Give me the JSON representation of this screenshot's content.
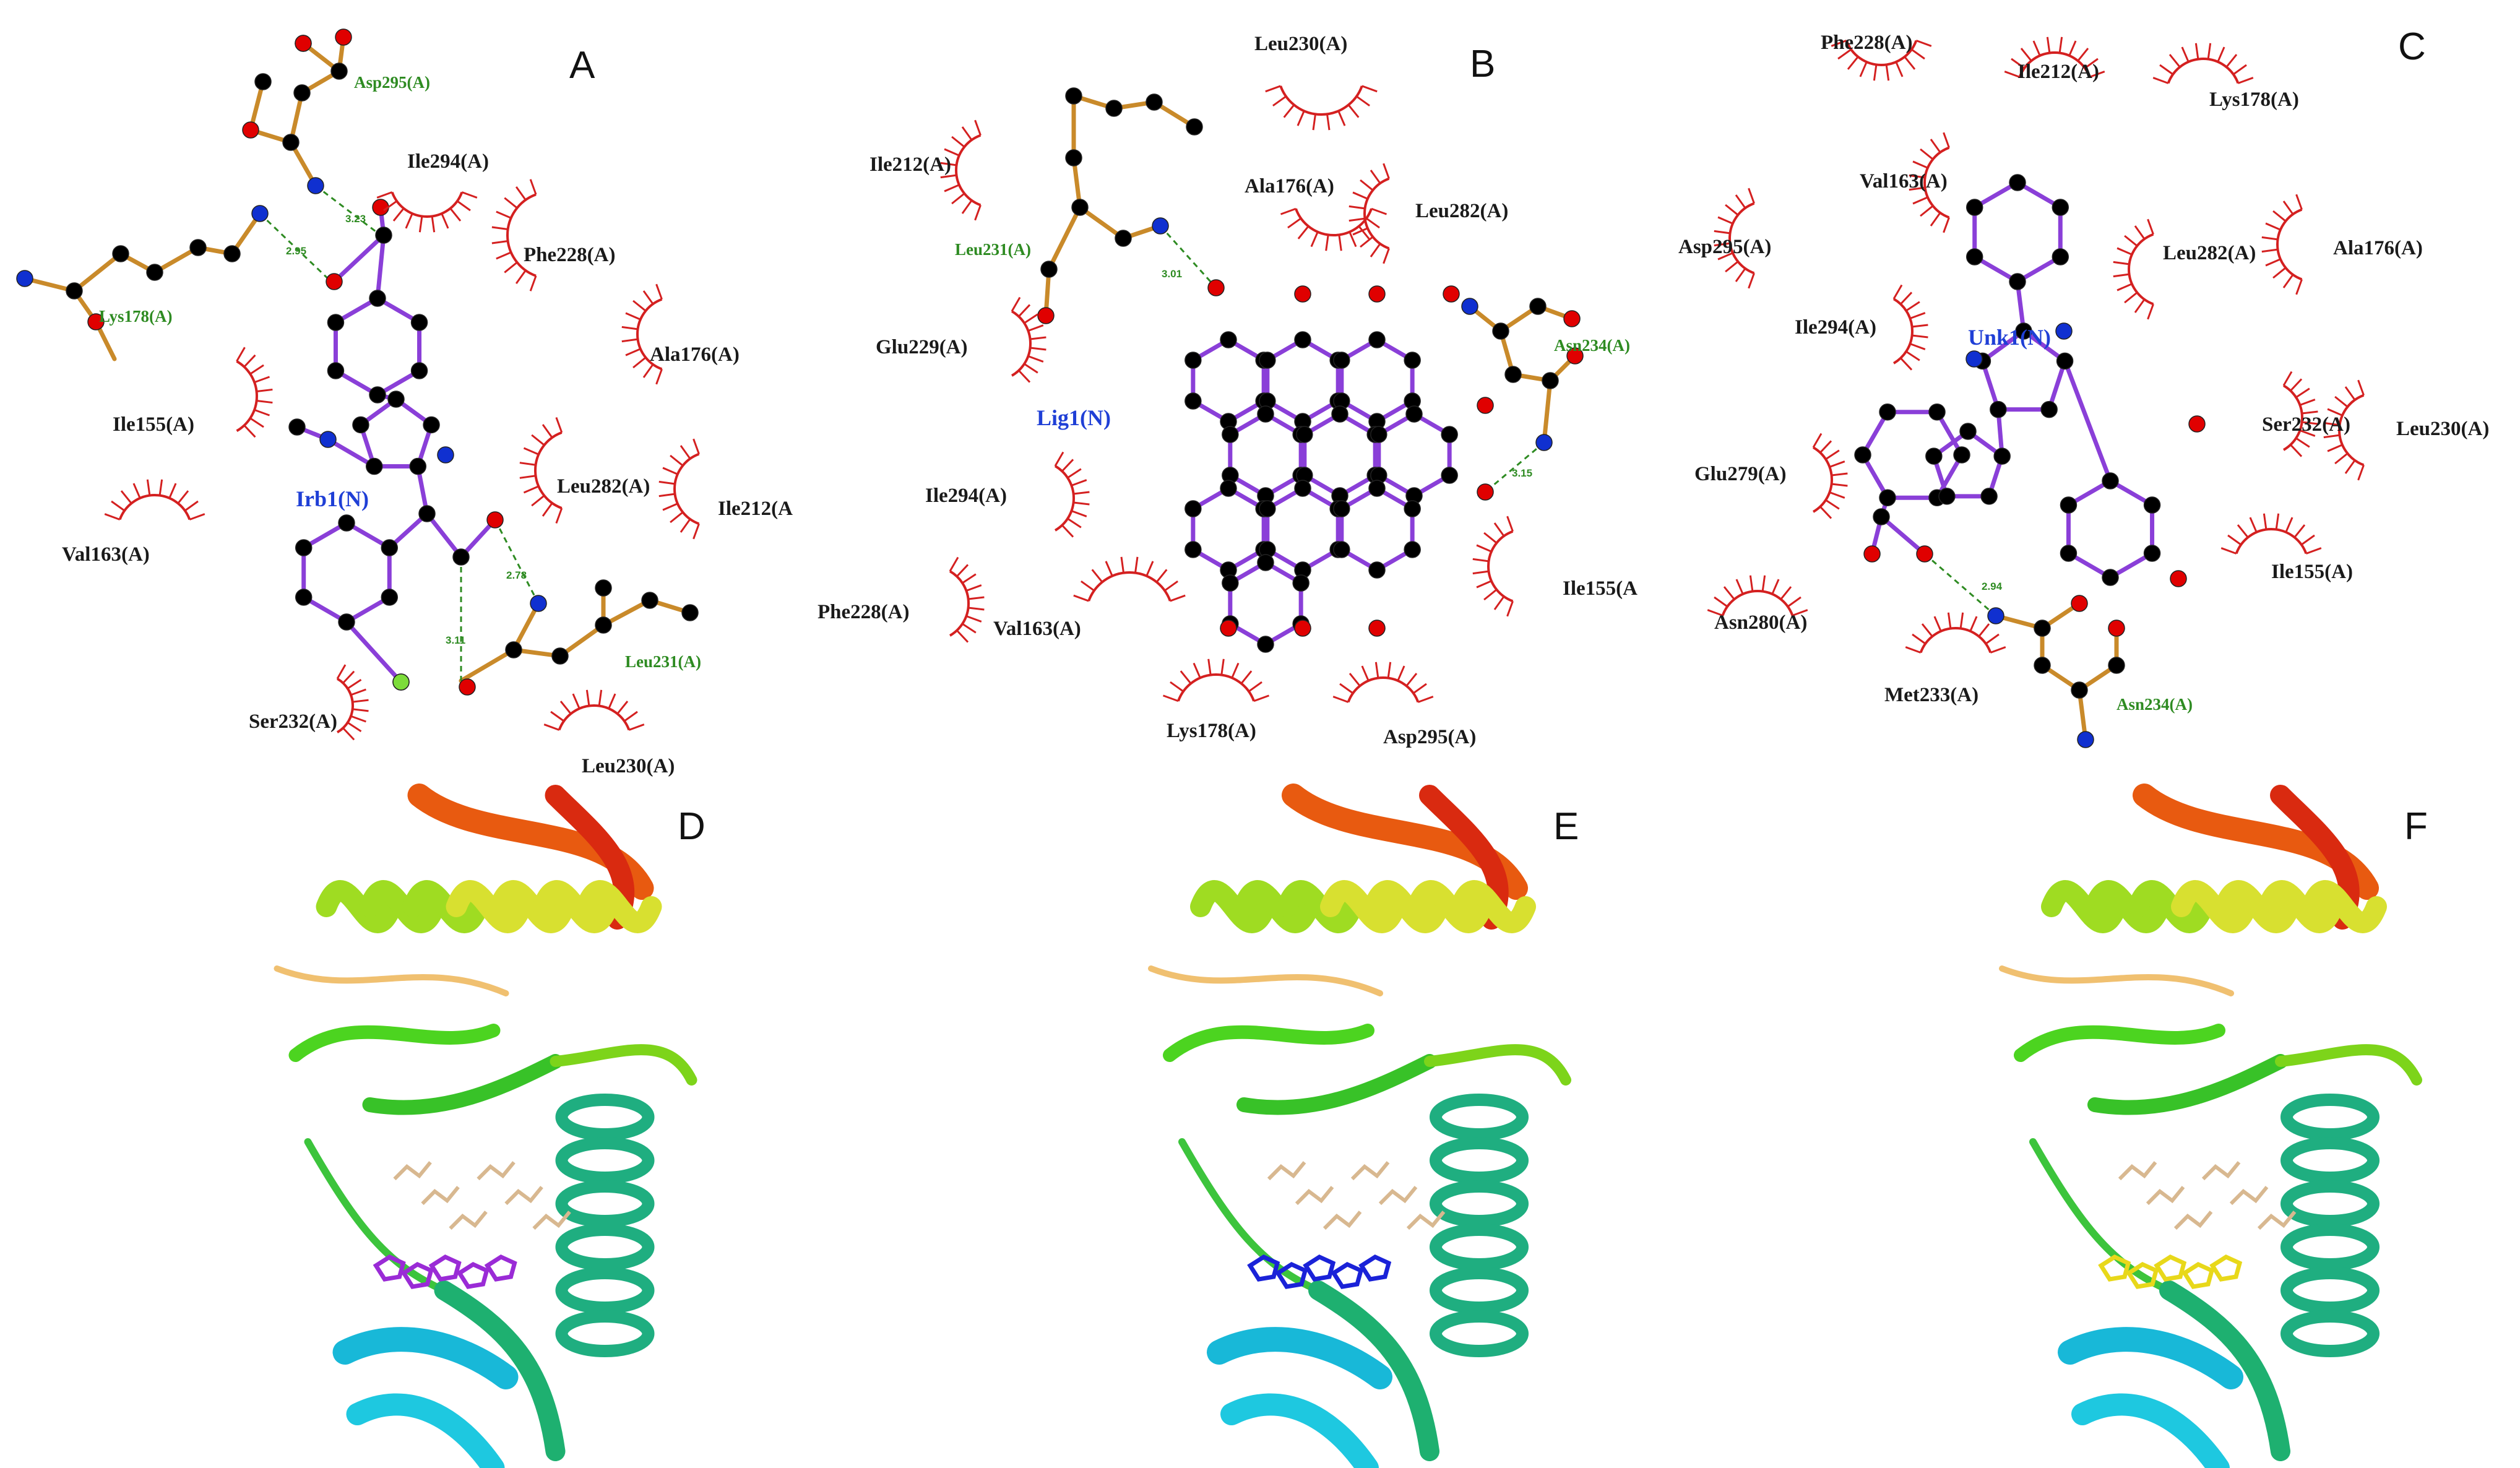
{
  "panels": {
    "a": {
      "letter": "A",
      "ligand": "Irb1(N)",
      "residues_plain": [
        "Ile294(A)",
        "Phe228(A)",
        "Ala176(A)",
        "Ile155(A)",
        "Leu282(A)",
        "Ile212(A",
        "Val163(A)",
        "Ser232(A)",
        "Leu230(A)"
      ],
      "residues_bonded": [
        "Asp295(A)",
        "Lys178(A)",
        "Leu231(A)"
      ],
      "hbonds": [
        "3.23",
        "2.95",
        "2.78",
        "3.11"
      ]
    },
    "b": {
      "letter": "B",
      "ligand": "Lig1(N)",
      "residues_plain": [
        "Leu230(A)",
        "Ile212(A)",
        "Ala176(A)",
        "Leu282(A)",
        "Glu229(A)",
        "Ile294(A)",
        "Phe228(A)",
        "Val163(A)",
        "Ile155(A",
        "Lys178(A)",
        "Asp295(A)"
      ],
      "residues_bonded": [
        "Leu231(A)",
        "Asn234(A)"
      ],
      "hbonds": [
        "3.01",
        "3.15"
      ]
    },
    "c": {
      "letter": "C",
      "ligand": "Unk1(N)",
      "residues_plain": [
        "Phe228(A)",
        "Ile212(A)",
        "Lys178(A)",
        "Val163(A)",
        "Asp295(A)",
        "Leu282(A)",
        "Ala176(A)",
        "Ile294(A)",
        "Ser232(A)",
        "Leu230(A)",
        "Glu279(A)",
        "Ile155(A)",
        "Asn280(A)",
        "Met233(A)"
      ],
      "residues_bonded": [
        "Asn234(A)"
      ],
      "hbonds": [
        "2.94"
      ]
    },
    "d": {
      "letter": "D",
      "ligand_color": "#9a2bd6"
    },
    "e": {
      "letter": "E",
      "ligand_color": "#1a22d8"
    },
    "f": {
      "letter": "F",
      "ligand_color": "#e8d81a"
    }
  },
  "colors": {
    "ligand_bond": "#8a3fd8",
    "residue_bond": "#c98a2a",
    "carbon": "#000000",
    "oxygen": "#e00000",
    "nitrogen": "#1030d0",
    "bromine": "#7cdc3a",
    "hbond": "#2e8b22",
    "hydrophobic_arc": "#d42020"
  }
}
